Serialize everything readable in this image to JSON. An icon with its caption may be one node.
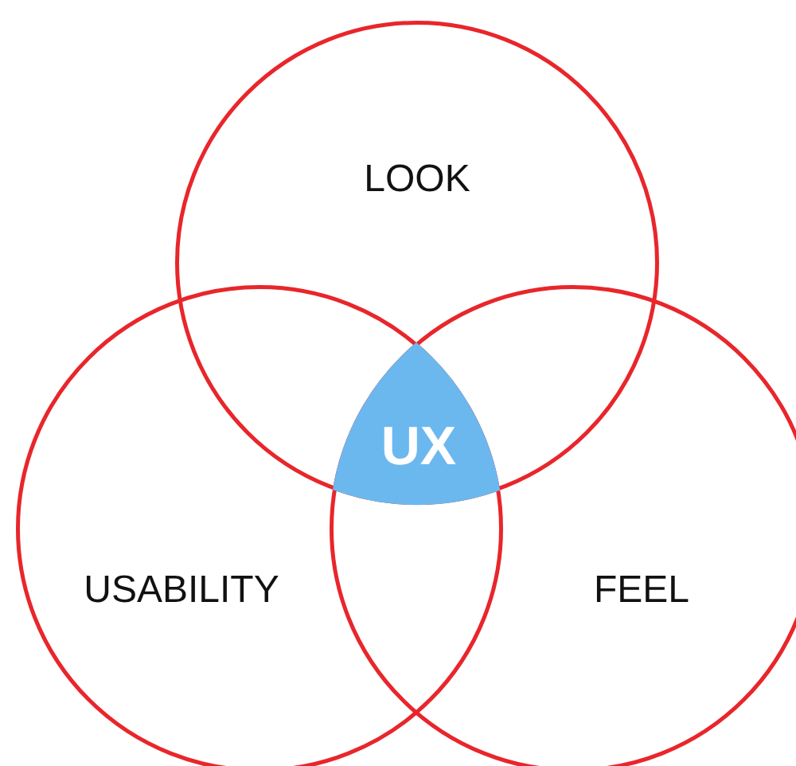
{
  "diagram": {
    "nodes": [
      {
        "text": [
          "LOOK"
        ]
      },
      {
        "text": [
          "USABILITY"
        ]
      },
      {
        "text": [
          "FEEL"
        ]
      },
      {
        "text": [
          "UX"
        ]
      }
    ]
  }
}
